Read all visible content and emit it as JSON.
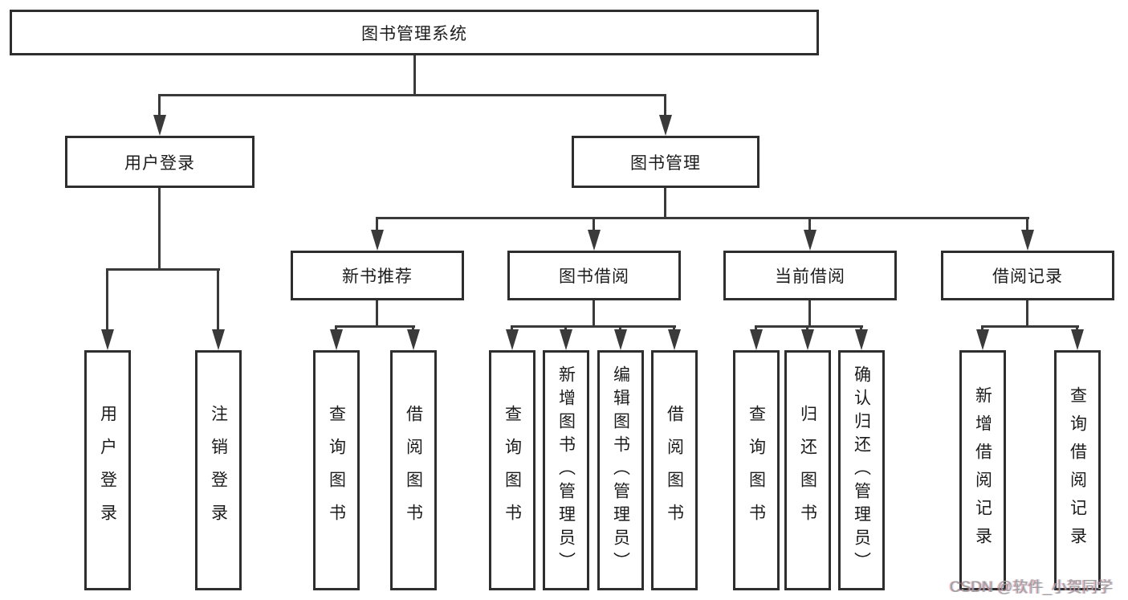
{
  "colors": {
    "line": "#3a3a3a",
    "border": "#2e2e2e",
    "text": "#1c1c1c",
    "watermark": "#9e9e9e",
    "background": "#ffffff"
  },
  "watermark": {
    "text": "CSDN @软件_小贺同学"
  },
  "tree": {
    "label": "图书管理系统",
    "children": [
      {
        "label": "用户登录",
        "children": [
          {
            "label": "用户登录"
          },
          {
            "label": "注销登录"
          }
        ]
      },
      {
        "label": "图书管理",
        "children": [
          {
            "label": "新书推荐",
            "children": [
              {
                "label": "查询图书"
              },
              {
                "label": "借阅图书"
              }
            ]
          },
          {
            "label": "图书借阅",
            "children": [
              {
                "label": "查询图书"
              },
              {
                "label": "新增图书（管理员）"
              },
              {
                "label": "编辑图书（管理员）"
              },
              {
                "label": "借阅图书"
              }
            ]
          },
          {
            "label": "当前借阅",
            "children": [
              {
                "label": "查询图书"
              },
              {
                "label": "归还图书"
              },
              {
                "label": "确认归还（管理员）"
              }
            ]
          },
          {
            "label": "借阅记录",
            "children": [
              {
                "label": "新增借阅记录"
              },
              {
                "label": "查询借阅记录"
              }
            ]
          }
        ]
      }
    ]
  }
}
